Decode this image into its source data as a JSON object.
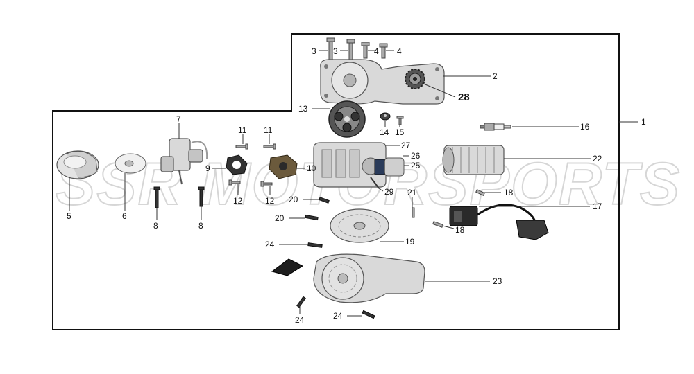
{
  "watermark": "SSR MOTORSPORTS",
  "labels": {
    "l1": "1",
    "l2": "2",
    "l3a": "3",
    "l3b": "3",
    "l4a": "4",
    "l4b": "4",
    "l5": "5",
    "l6": "6",
    "l7": "7",
    "l8a": "8",
    "l8b": "8",
    "l9": "9",
    "l10": "10",
    "l11a": "11",
    "l11b": "11",
    "l12a": "12",
    "l12b": "12",
    "l13": "13",
    "l14": "14",
    "l15": "15",
    "l16": "16",
    "l17": "17",
    "l18a": "18",
    "l18b": "18",
    "l19": "19",
    "l20a": "20",
    "l20b": "20",
    "l21": "21",
    "l22": "22",
    "l23": "23",
    "l24a": "24",
    "l24b": "24",
    "l24c": "24",
    "l25": "25",
    "l26": "26",
    "l27": "27",
    "l28": "28",
    "l29": "29"
  }
}
